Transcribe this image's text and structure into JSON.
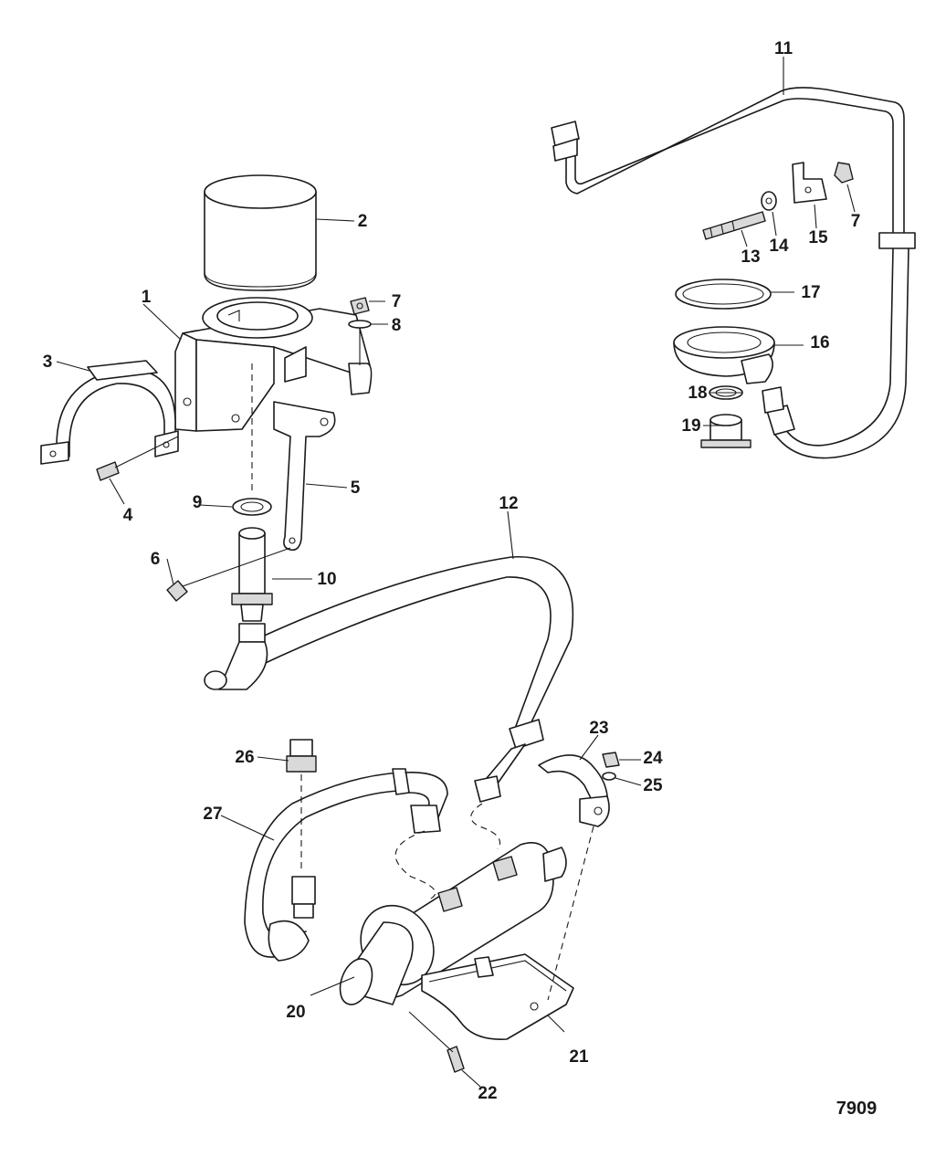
{
  "diagram": {
    "figure_number": "7909",
    "callouts": [
      "1",
      "2",
      "3",
      "4",
      "5",
      "6",
      "7",
      "8",
      "9",
      "10",
      "11",
      "12",
      "13",
      "14",
      "15",
      "7",
      "16",
      "17",
      "18",
      "19",
      "20",
      "21",
      "22",
      "23",
      "24",
      "25",
      "26",
      "27"
    ]
  }
}
